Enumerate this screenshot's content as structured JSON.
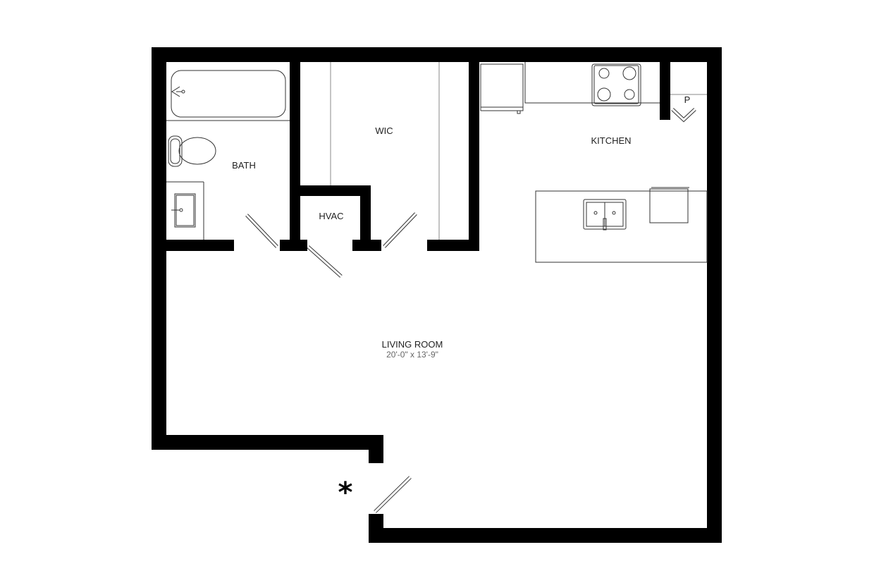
{
  "rooms": {
    "bath": "BATH",
    "wic": "WIC",
    "hvac": "HVAC",
    "kitchen": "KITCHEN",
    "pantry": "P",
    "living": "LIVING ROOM",
    "living_dims": "20'-0\" x 13'-9\""
  },
  "entry_marker": "*"
}
